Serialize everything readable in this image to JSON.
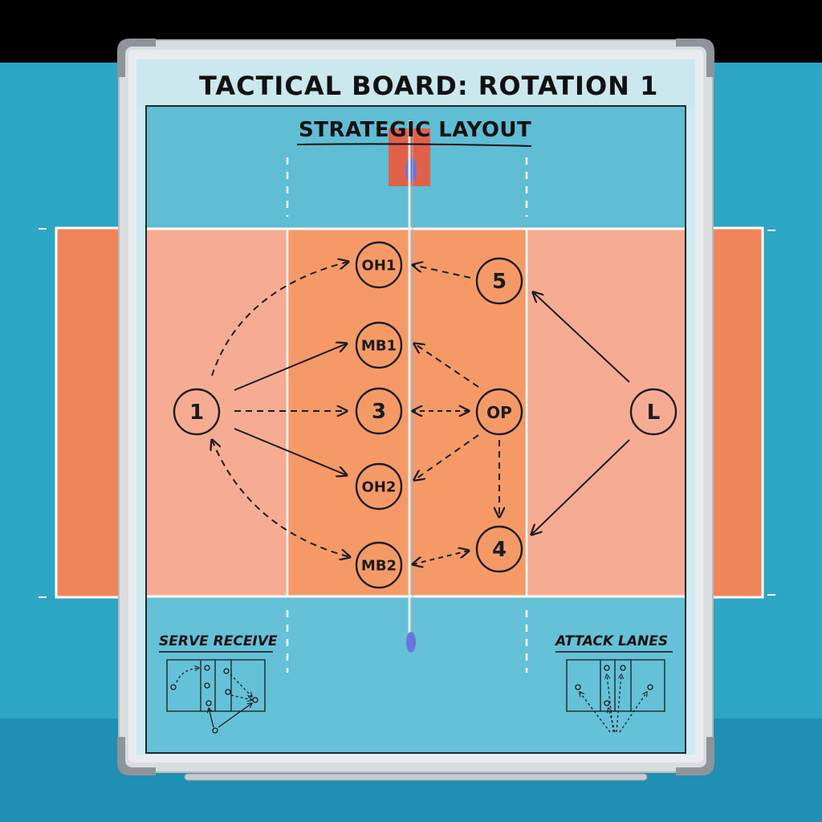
{
  "board": {
    "title": "TACTICAL BOARD: ROTATION 1",
    "subtitle": "STRATEGIC LAYOUT"
  },
  "players": [
    {
      "id": "p1",
      "label": "1"
    },
    {
      "id": "oh1",
      "label": "OH1"
    },
    {
      "id": "mb1",
      "label": "MB1"
    },
    {
      "id": "p3",
      "label": "3"
    },
    {
      "id": "oh2",
      "label": "OH2"
    },
    {
      "id": "mb2",
      "label": "MB2"
    },
    {
      "id": "p5",
      "label": "5"
    },
    {
      "id": "op",
      "label": "OP"
    },
    {
      "id": "p4",
      "label": "4"
    },
    {
      "id": "libero",
      "label": "L"
    }
  ],
  "mini_diagrams": {
    "left_title": "SERVE RECEIVE",
    "right_title": "ATTACK LANES"
  },
  "colors": {
    "floor_blue": "#2aa6c6",
    "court_outer": "#f0855a",
    "court_zone": "#f6ad93",
    "court_center": "#f79a66",
    "board_frame": "#d8dcdf"
  }
}
